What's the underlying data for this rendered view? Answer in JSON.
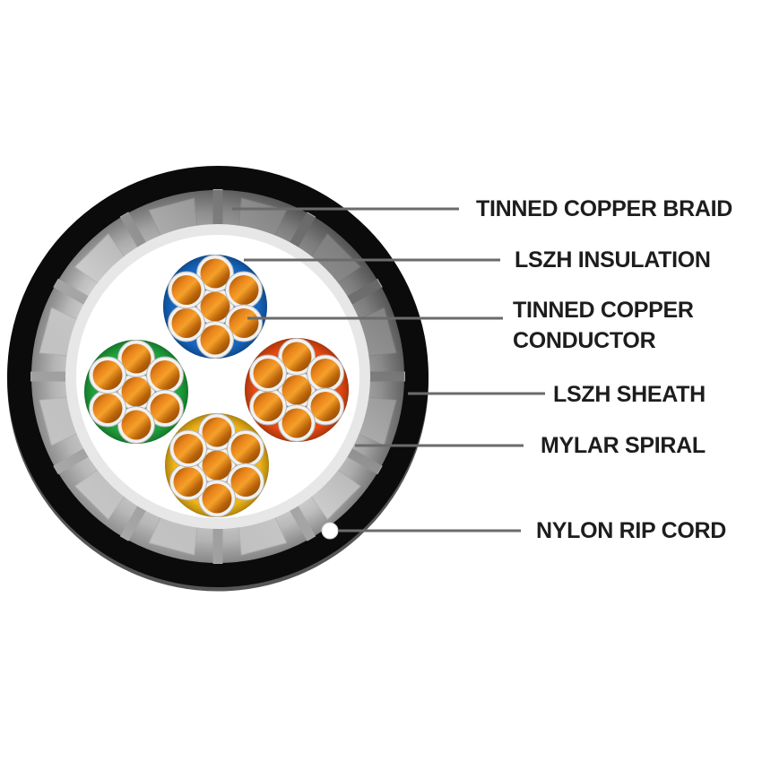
{
  "colors": {
    "background": "#ffffff",
    "sheath_black": "#0b0b0b",
    "sheath_shadow": "#555555",
    "braid_gray_light": "#d6d6d6",
    "braid_gray_dark": "#8a8a8a",
    "braid_divider": "#a8a8a8",
    "braid_segment": "#cdcdcd",
    "mylar_gray": "#e7e7e7",
    "core_white": "#ffffff",
    "bundle_blue": "#1566c1",
    "bundle_green": "#1ea23c",
    "bundle_red": "#e84a10",
    "bundle_yellow": "#f0b414",
    "strand_ring": "#f1f1f1",
    "copper": "#e8831a",
    "copper_dark": "#8f4a05",
    "rip_cord_white": "#ffffff",
    "pointer_line": "#6b6b6b",
    "label_text": "#1d1d1d"
  },
  "labels": {
    "tinned_copper_braid": "TINNED COPPER BRAID",
    "lszh_insulation": "LSZH INSULATION",
    "tinned_copper_conductor": "TINNED COPPER CONDUCTOR",
    "lszh_sheath": "LSZH SHEATH",
    "mylar_spiral": "MYLAR SPIRAL",
    "nylon_rip_cord": "NYLON RIP CORD"
  },
  "structure": {
    "conductor_bundles": [
      "blue",
      "green",
      "red",
      "yellow"
    ],
    "strands_per_bundle": 7
  }
}
